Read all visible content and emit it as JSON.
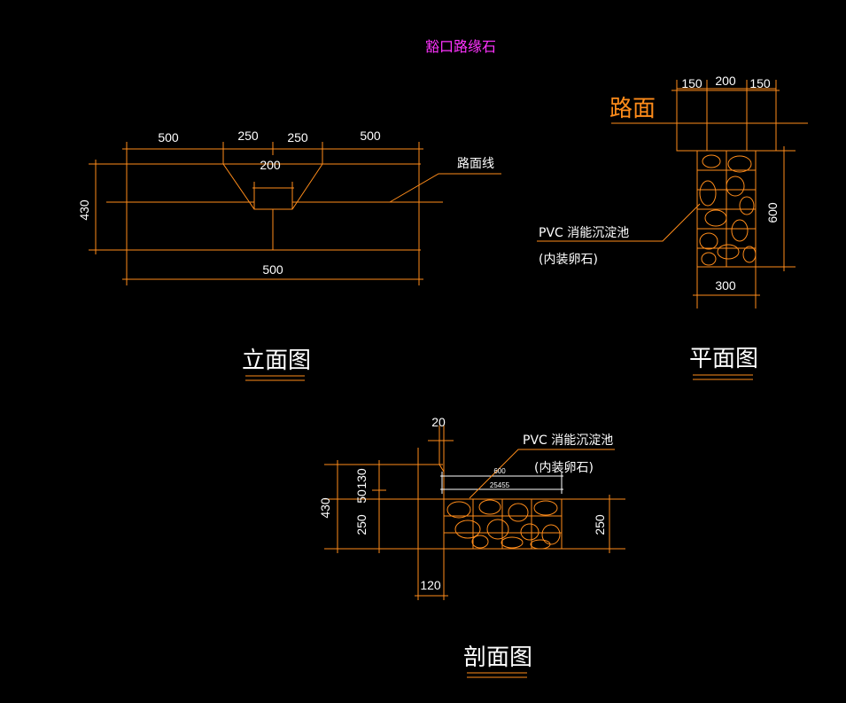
{
  "heading": "豁口路缘石",
  "elevation": {
    "dims_top": [
      "500",
      "250",
      "250",
      "500"
    ],
    "dim_inner": "200",
    "dim_bottom": "500",
    "dim_height": "430",
    "leader_label": "路面线",
    "title": "立面图"
  },
  "plan": {
    "road_label": "路面",
    "dims_top": [
      "150",
      "200",
      "150"
    ],
    "dim_right": "600",
    "dim_bottom": "300",
    "note_line1": "PVC 消能沉淀池",
    "note_line2": "(内装卵石)",
    "title": "平面图"
  },
  "section": {
    "dim_top": "20",
    "note_line1": "PVC 消能沉淀池",
    "note_line2": "(内装卵石)",
    "dims_left": [
      "130",
      "50",
      "250"
    ],
    "dim_left_total": "430",
    "dim_right": "250",
    "dim_bottom": "120",
    "small_dim_1": "600",
    "small_dim_2": "25455",
    "title": "剖面图"
  }
}
